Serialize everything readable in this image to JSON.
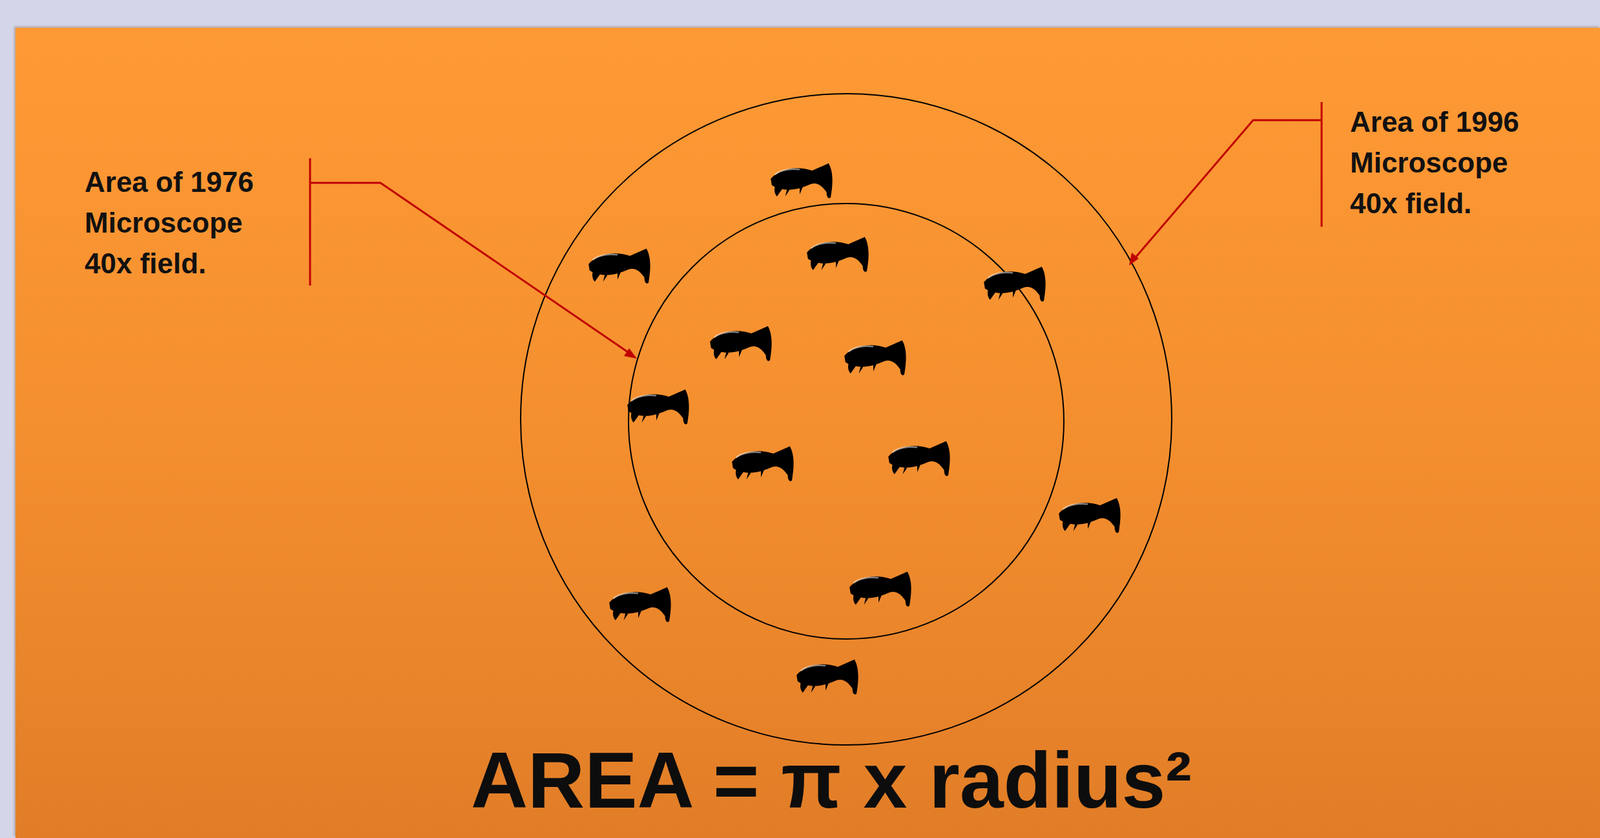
{
  "diagram": {
    "caption": "AREA = π x radius²",
    "labels": [
      "Area of 1976 Microscope 40x field.",
      "Area of 1996 Microscope 40x field."
    ]
  }
}
